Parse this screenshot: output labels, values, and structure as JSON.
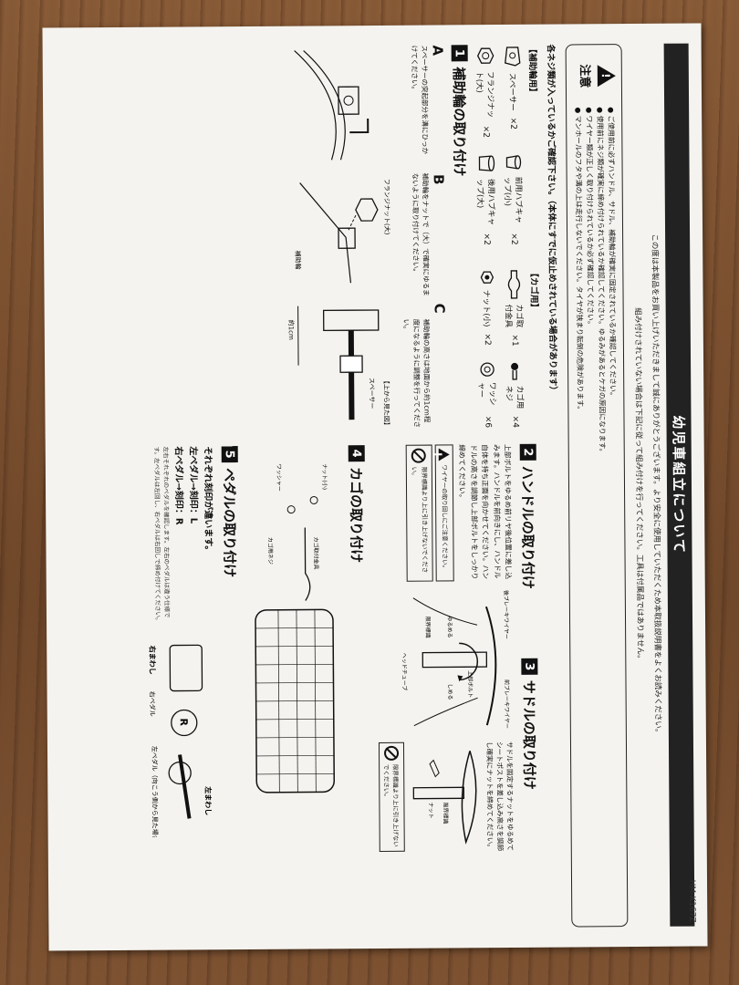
{
  "document": {
    "title": "幼児車組立について",
    "model_number": "HM-K167Z",
    "intro_line1": "この度は本製品をお買い上げいただきまして誠にありがとうございます。より安全に使用していただくため本取扱説明書をよくお読みください。",
    "intro_line2": "組み付けされていない場合は下記に従って組み付けを行ってください。工具は付属品ではありません。"
  },
  "caution": {
    "label": "注意",
    "items": [
      "ご使用前に必ずハンドル、サドル、補助輪が確実に固定されているか確認してください。",
      "使用前にネジ類が確実に締め付けられているか確認してください。ゆるみがあるとケガの原因になります。",
      "ワイヤー類が正しく取り付けられているか必ず確認してください。",
      "マンホールのフタや溝の上は走行しないでください。タイヤが挟まり転倒の危険があります。"
    ]
  },
  "notice": "各ネジ類が入っているかご確認下さい。（本体にすでに仮止めされている場合があります）",
  "parts": {
    "hojo_title": "【補助輪用】",
    "hojo_items": [
      {
        "label": "スペーサー",
        "qty": "×2",
        "icon": "spacer-icon"
      },
      {
        "label": "前用ハブキャップ(小)",
        "qty": "×2",
        "icon": "front-hub-cap-icon"
      },
      {
        "label": "フランジナット(大)",
        "qty": "×2",
        "icon": "flange-nut-icon"
      },
      {
        "label": "後用ハブキャップ(大)",
        "qty": "×2",
        "icon": "rear-hub-cap-icon"
      }
    ],
    "kago_title": "【カゴ用】",
    "kago_items": [
      {
        "label": "カゴ取付金具",
        "qty": "×1",
        "icon": "basket-bracket-icon"
      },
      {
        "label": "カゴ用ネジ",
        "qty": "×4",
        "icon": "basket-screw-icon"
      },
      {
        "label": "ナット(小)",
        "qty": "×2",
        "icon": "small-nut-icon"
      },
      {
        "label": "ワッシャー",
        "qty": "×6",
        "icon": "washer-icon"
      }
    ]
  },
  "steps": [
    {
      "num": "1",
      "title": "補助輪の取り付け"
    },
    {
      "num": "2",
      "title": "ハンドルの取り付け"
    },
    {
      "num": "3",
      "title": "サドルの取り付け"
    },
    {
      "num": "4",
      "title": "カゴの取り付け"
    },
    {
      "num": "5",
      "title": "ペダルの取り付け"
    }
  ],
  "step1": {
    "sub_a": "A",
    "sub_b": "B",
    "sub_c": "C",
    "a_text": "スペーサーの突起部分を溝にひっかけてください。",
    "b_text": "補助輪をナットで（大）で確実にゆるまないように取り付けてください。",
    "c_text": "補助輪の高さは地面から約1cm程度になるように調整を行ってください。",
    "callout_flange": "フランジナット(大)",
    "callout_spacer": "スペーサー",
    "callout_hojo": "補助輪",
    "callout_top": "【上から見た図】",
    "callout_1cm": "約1cm"
  },
  "step2": {
    "text": "上部ボルトをゆるめ前リヤ後位置に差し込みます。ハンドルを前向きにし、ハンドル自体を持ち正面を向かせてください。ハンドルの高さを調節し上部ボルトをしっかり締めてください。",
    "warn_text": "ワイヤーの取り回しにご注意ください。",
    "prohibit_text": "限界標識より上に引き上げないでください。",
    "labels": [
      "後ブレーキワイヤー",
      "前ブレーキワイヤー",
      "上部ボルト",
      "ゆるめる",
      "しめる",
      "限界標識",
      "ヘッドチューブ"
    ]
  },
  "step3": {
    "text": "サドルを固定するナットをゆるめてシートポストを差し込み高さを調節し確実にナットを締めてください。",
    "labels": [
      "限界標識",
      "ナット"
    ],
    "prohibit_text": "限界標識より上に引き上げないでください。"
  },
  "step4": {
    "labels": [
      "ナット(小)",
      "ワッシャー",
      "カゴ用ネジ",
      "カゴ取付金具"
    ]
  },
  "step5": {
    "text": "それぞれ刻印が違います。",
    "left_pedal": "左ペダル→刻印：L",
    "right_pedal": "右ペダル→刻印：R",
    "note": "左右それぞれのペダルを確認します。左右のペダルは違う仕様です。左ペダルは左回し、右ペダルは右回しで締め付けてください。",
    "left_turn": "左まわし",
    "right_turn": "右まわし",
    "left_caption": "左ペダル（向こう側から見た場合）",
    "right_caption": "右ペダル",
    "mark_r": "R"
  }
}
